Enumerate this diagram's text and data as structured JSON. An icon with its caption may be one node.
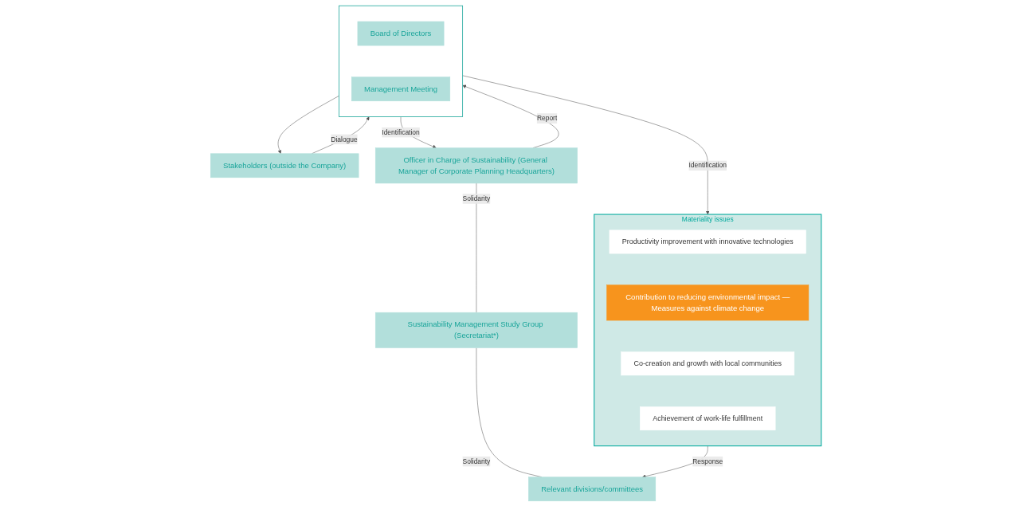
{
  "diagram": {
    "nodes": [
      {
        "text": [],
        "shape": "box"
      },
      {
        "text": [
          "Board of Directors"
        ],
        "in": 0
      },
      {
        "text": [
          "Management Meeting"
        ],
        "in": 0
      },
      {
        "text": [
          "Stakeholders (outside the Company)"
        ]
      },
      {
        "text": [
          "Materiality issues"
        ]
      },
      {
        "text": [
          "Productivity improvement with innovative technologies"
        ],
        "in": 4
      },
      {
        "text": [
          "Contribution to reducing environmental impact —Measures against climate change"
        ],
        "in": 4
      },
      {
        "text": [
          "Co-creation and growth with local communities"
        ],
        "in": 4
      },
      {
        "text": [
          "Achievement of work-life fulfillment"
        ],
        "in": 4
      },
      {
        "text": [
          "Officer in Charge of Sustainability (General Manager of Corporate Planning Headquarters)"
        ]
      },
      {
        "text": [
          "Sustainability Management Study Group (Secretariat*)"
        ]
      },
      {
        "text": [
          "Relevant divisions/committees"
        ]
      }
    ],
    "edges": [
      {
        "from": 0,
        "to": 3,
        "arrow": "to"
      },
      {
        "from": 3,
        "to": 0,
        "arrow": "to",
        "label": "Dialogue"
      },
      {
        "from": 0,
        "to": 4,
        "arrow": "to",
        "label": "Identification"
      },
      {
        "from": 0,
        "to": 9,
        "arrow": "to",
        "label": "Identification"
      },
      {
        "from": 9,
        "to": 0,
        "arrow": "to",
        "label": "Report"
      },
      {
        "from": 9,
        "to": 10,
        "arrow": "none",
        "label": "Solidarity"
      },
      {
        "from": 10,
        "to": 11,
        "arrow": "none",
        "label": "Solidarity"
      },
      {
        "from": 4,
        "to": 11,
        "arrow": "to",
        "label": "Response"
      }
    ]
  }
}
